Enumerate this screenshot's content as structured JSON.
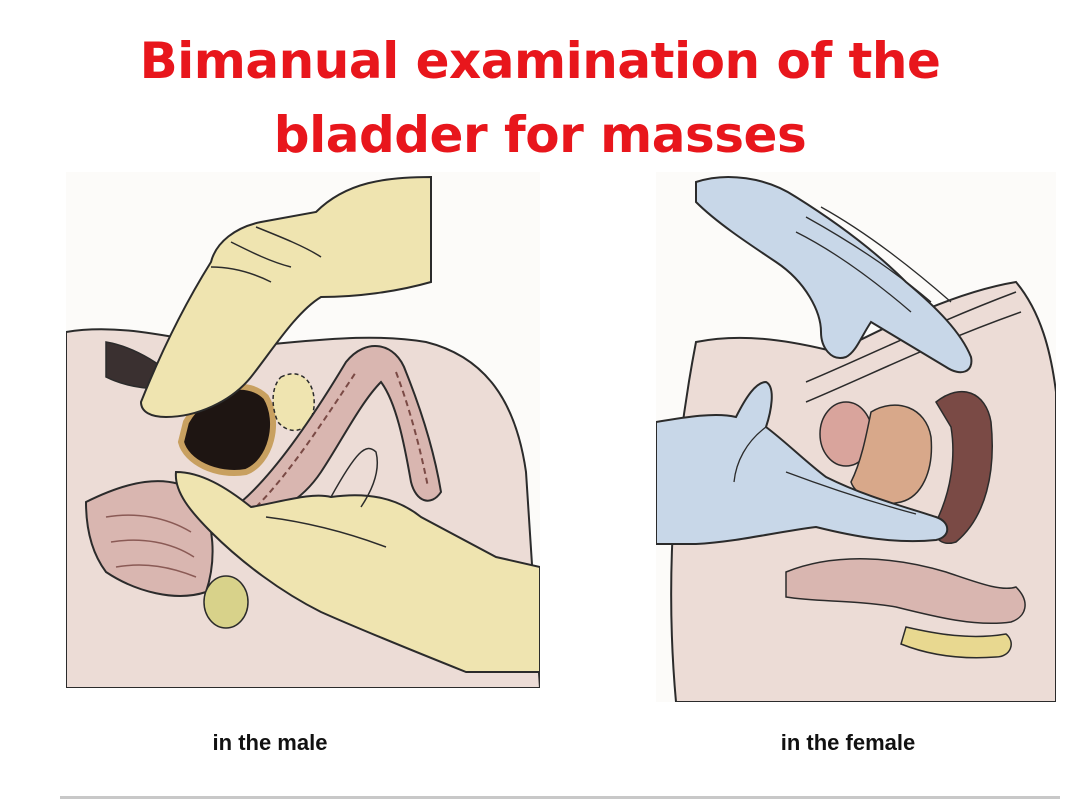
{
  "title": {
    "line1": "Bimanual examination of the",
    "line2": "bladder for masses",
    "color": "#e8161c"
  },
  "captions": {
    "male": "in the male",
    "female": "in the female"
  },
  "illustrations": {
    "male": "male-bimanual-illustration",
    "female": "female-bimanual-illustration"
  },
  "colors": {
    "glove_male": "#efe4b0",
    "glove_female": "#c8d7e8",
    "skin": "#ecdcd6",
    "tissue": "#d9b6b0",
    "organ_dark": "#7a4a45",
    "bladder_female": "#d8a88a",
    "uterus": "#a7716a",
    "outline": "#2b2b2b"
  }
}
